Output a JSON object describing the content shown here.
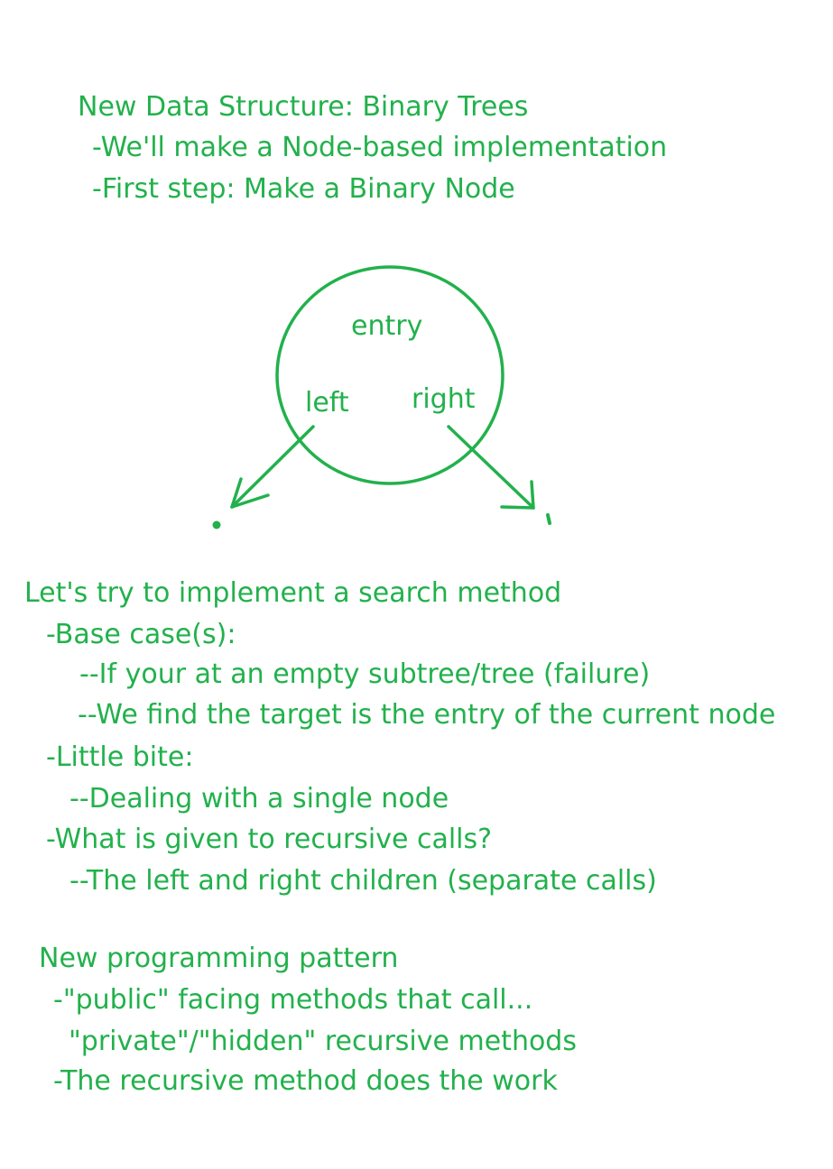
{
  "colors": {
    "ink": "#22b14c",
    "background": "#ffffff"
  },
  "section1": {
    "title": "New Data Structure: Binary Trees",
    "bullets": [
      "-We'll make a Node-based implementation",
      "-First step: Make a Binary Node"
    ]
  },
  "diagram": {
    "entry_label": "entry",
    "left_label": "left",
    "right_label": "right"
  },
  "section2": {
    "title": "Let's try to implement a search method",
    "lines": [
      "-Base case(s):",
      "--If your at an empty subtree/tree (failure)",
      "--We find the target is the entry of the current node",
      "-Little bite:",
      "--Dealing with a single node",
      "-What is given to recursive calls?",
      "--The left and right children (separate calls)"
    ]
  },
  "section3": {
    "title": "New programming pattern",
    "lines": [
      "-\"public\" facing methods that call...",
      "\"private\"/\"hidden\" recursive methods",
      "-The recursive method does the work"
    ]
  }
}
